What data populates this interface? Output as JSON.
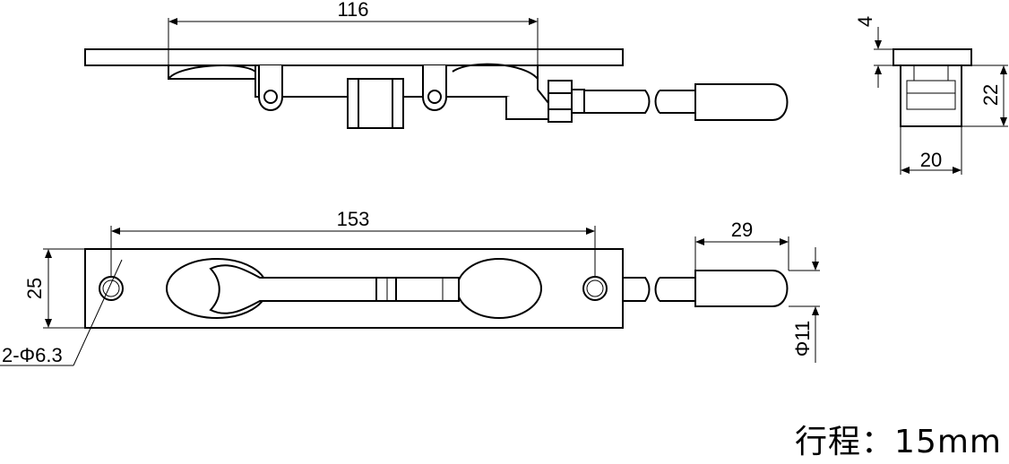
{
  "dimensions": {
    "top_length": "116",
    "bottom_length": "153",
    "plate_width": "25",
    "holes": "2-Φ6.3",
    "rod_length": "29",
    "rod_diameter": "Φ11",
    "side_thickness": "4",
    "side_height": "22",
    "side_width": "20"
  },
  "stroke_caption": "行程：15mm"
}
